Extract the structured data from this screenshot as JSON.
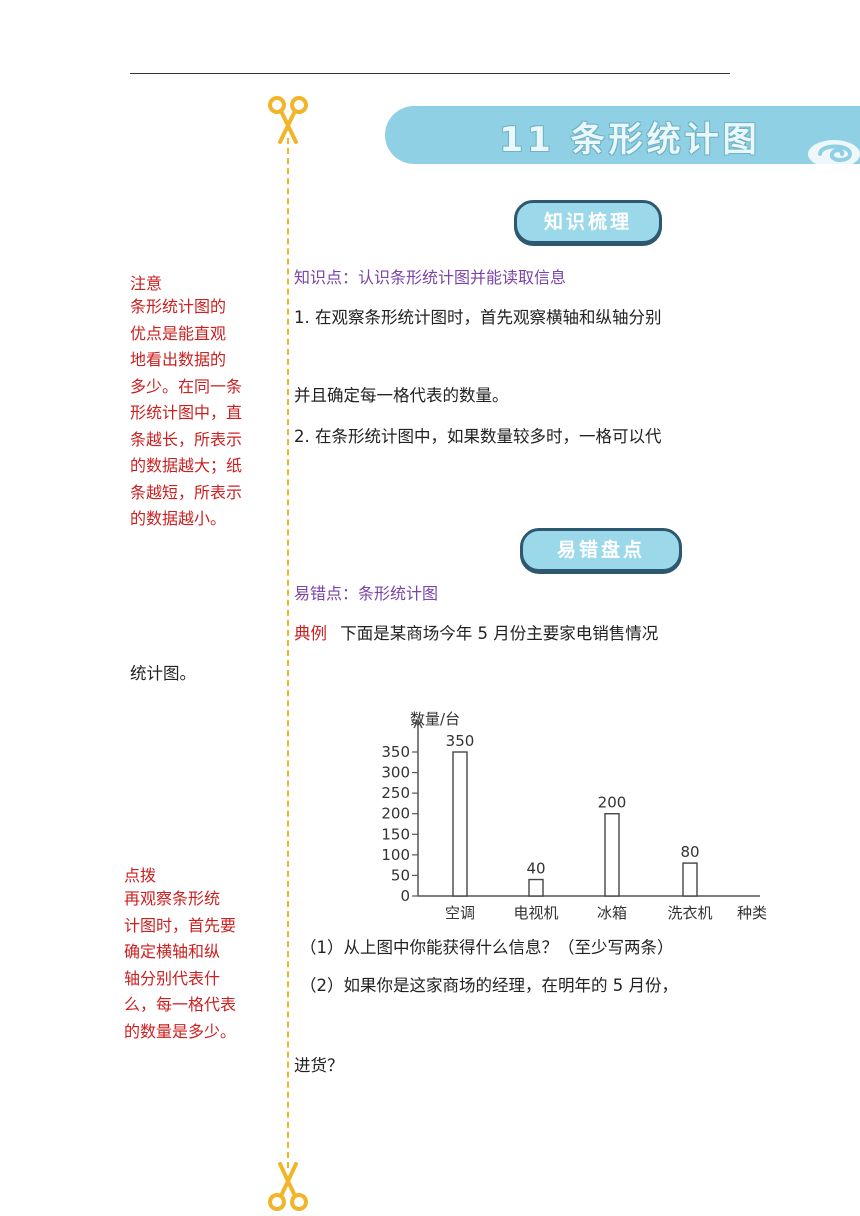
{
  "banner": {
    "title": "11  条形统计图"
  },
  "section_tags": {
    "knowledge": "知识梳理",
    "errors": "易错盘点"
  },
  "knowledge": {
    "heading": "知识点：认识条形统计图并能读取信息",
    "line1": "1. 在观察条形统计图时，首先观察横轴和纵轴分别",
    "line2": "并且确定每一格代表的数量。",
    "line3": "2. 在条形统计图中，如果数量较多时，一格可以代"
  },
  "errors": {
    "heading": "易错点：条形统计图",
    "example_label": "典例",
    "example_text": "下面是某商场今年 5 月份主要家电销售情况",
    "example_cont": "统计图。",
    "q1": "（1）从上图中你能获得什么信息？（至少写两条）",
    "q2": "（2）如果你是这家商场的经理，在明年的 5 月份，",
    "q2_cont": "进货？"
  },
  "side_notes": {
    "note1_title": "注意",
    "note1_lines": [
      "条形统计图的",
      "优点是能直观",
      "地看出数据的",
      "多少。在同一条",
      "形统计图中，直",
      "条越长，所表示",
      "的数据越大；纸",
      "条越短，所表示",
      "的数据越小。"
    ],
    "note2_title": "点拨",
    "note2_lines": [
      "再观察条形统",
      "计图时，首先要",
      "确定横轴和纵",
      "轴分别代表什",
      "么，每一格代表",
      "的数量是多少。"
    ]
  },
  "colors": {
    "accent_blue": "#8fd0e4",
    "dash_yellow": "#f2b52a",
    "note_red": "#cc1f1f",
    "heading_purple": "#7a44a8"
  },
  "chart_data": {
    "type": "bar",
    "ylabel": "数量/台",
    "xlabel": "种类",
    "categories": [
      "空调",
      "电视机",
      "冰箱",
      "洗衣机"
    ],
    "values": [
      350,
      40,
      200,
      80
    ],
    "data_labels": [
      "350",
      "40",
      "200",
      "80"
    ],
    "yticks": [
      0,
      50,
      100,
      150,
      200,
      250,
      300,
      350
    ],
    "ytick_labels": [
      "0",
      "50",
      "100",
      "150",
      "200",
      "250",
      "300",
      "350"
    ],
    "ylim": [
      0,
      350
    ],
    "grid": false
  }
}
